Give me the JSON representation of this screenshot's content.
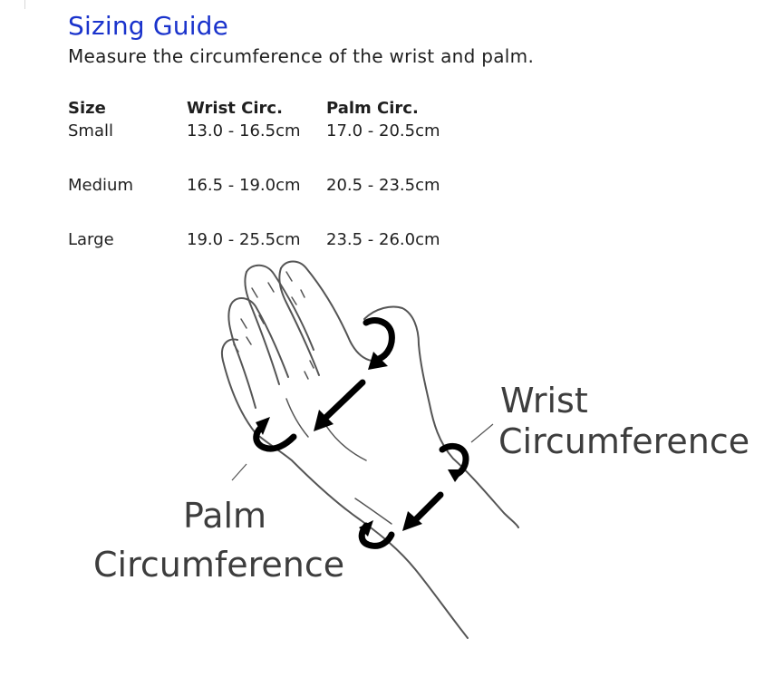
{
  "title": "Sizing Guide",
  "subtitle": "Measure the circumference of the wrist and palm.",
  "table": {
    "headers": [
      "Size",
      "Wrist Circ.",
      "Palm Circ."
    ],
    "rows": [
      {
        "size": "Small",
        "wrist": "13.0 - 16.5cm",
        "palm": "17.0 - 20.5cm"
      },
      {
        "size": "Medium",
        "wrist": "16.5 - 19.0cm",
        "palm": "20.5 - 23.5cm"
      },
      {
        "size": "Large",
        "wrist": "19.0 - 25.5cm",
        "palm": "23.5 - 26.0cm"
      }
    ]
  },
  "diagram": {
    "wrist_label": [
      "Wrist",
      "Circumference"
    ],
    "palm_label": [
      "Palm",
      "Circumference"
    ]
  }
}
